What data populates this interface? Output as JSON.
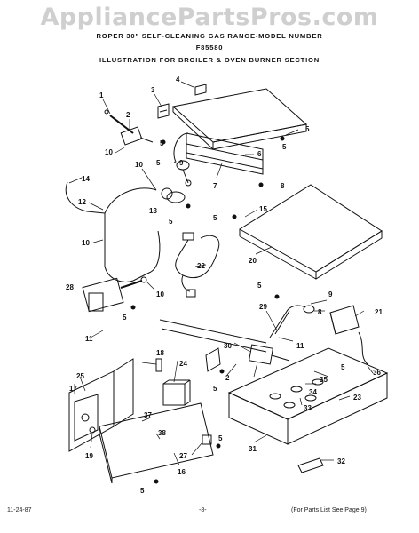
{
  "watermark": "AppliancePartsPros.com",
  "header": {
    "line1": "ROPER 30\" SELF-CLEANING GAS RANGE-MODEL NUMBER",
    "line2": "F85580",
    "line3": "ILLUSTRATION FOR BROILER & OVEN BURNER SECTION"
  },
  "callouts": [
    "1",
    "2",
    "3",
    "4",
    "5",
    "5",
    "5",
    "6",
    "7",
    "8",
    "5",
    "9",
    "10",
    "10",
    "10",
    "10",
    "11",
    "12",
    "13",
    "14",
    "5",
    "5",
    "15",
    "20",
    "22",
    "28",
    "5",
    "5",
    "21",
    "8",
    "9",
    "29",
    "11",
    "30",
    "18",
    "24",
    "25",
    "17",
    "19",
    "37",
    "38",
    "16",
    "27",
    "5",
    "5",
    "31",
    "36",
    "35",
    "34",
    "23",
    "33",
    "2",
    "32",
    "5",
    "5"
  ],
  "footer": {
    "date": "11-24-87",
    "page": "-8-",
    "note": "(For Parts List See Page 9)"
  }
}
